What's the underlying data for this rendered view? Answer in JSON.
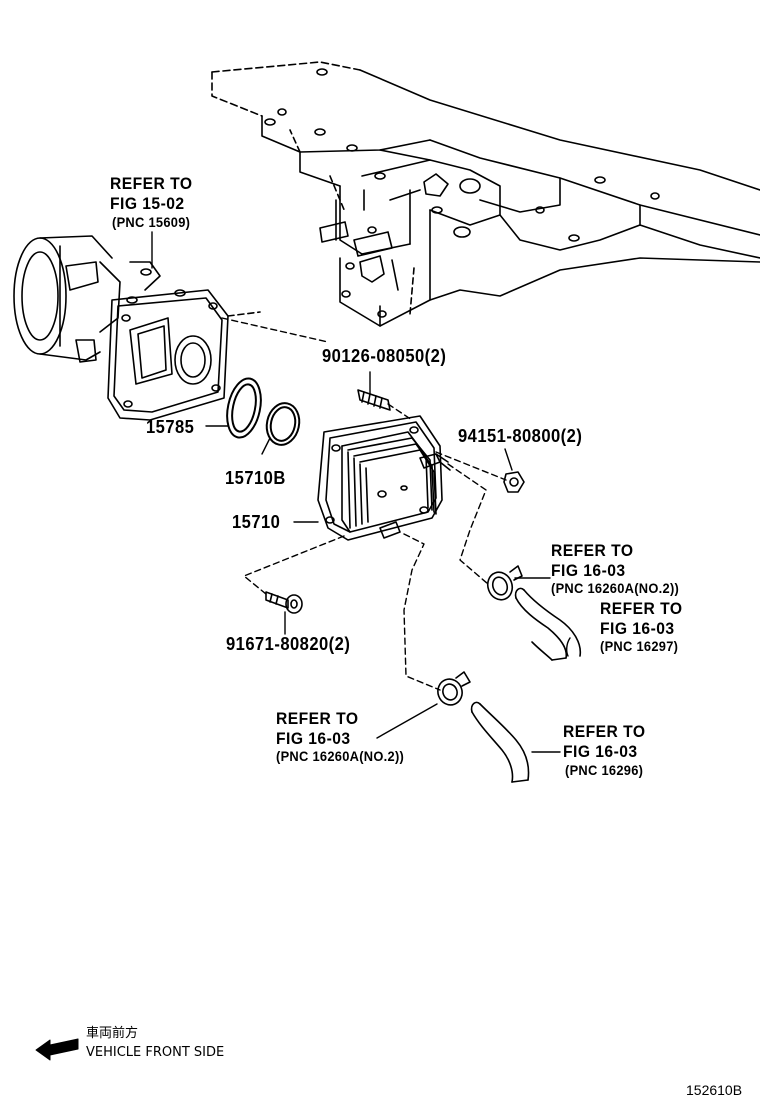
{
  "part_labels": {
    "p15785": "15785",
    "p15710b": "15710B",
    "p15710": "15710",
    "p90126": "90126-08050(2)",
    "p94151": "94151-80800(2)",
    "p91671": "91671-80820(2)"
  },
  "references": {
    "r1": {
      "line1": "REFER TO",
      "line2": "FIG 15-02",
      "line3": "(PNC 15609)"
    },
    "r2": {
      "line1": "REFER TO",
      "line2": "FIG 16-03",
      "line3": "(PNC 16260A(NO.2))"
    },
    "r3": {
      "line1": "REFER TO",
      "line2": "FIG 16-03",
      "line3": "(PNC 16297)"
    },
    "r4": {
      "line1": "REFER TO",
      "line2": "FIG 16-03",
      "line3": "(PNC 16260A(NO.2))"
    },
    "r5": {
      "line1": "REFER TO",
      "line2": "FIG 16-03",
      "line3": "(PNC 16296)"
    }
  },
  "legend": {
    "japanese": "車両前方",
    "english": "VEHICLE FRONT SIDE",
    "arrow_icon": "front-direction-arrow-icon"
  },
  "figure_id": "152610B"
}
